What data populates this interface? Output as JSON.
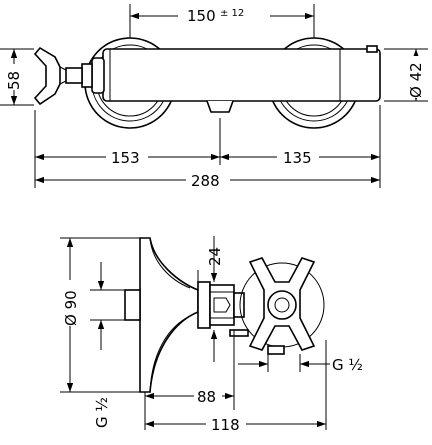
{
  "top_view": {
    "dim_centers": "150",
    "dim_centers_tol": "± 12",
    "dim_height": "58",
    "dim_diameter": "Ø 42",
    "dim_left": "153",
    "dim_right": "135",
    "dim_total": "288"
  },
  "side_view": {
    "dim_flange": "Ø 90",
    "dim_nut": "24",
    "dim_thread_bottom": "G ½",
    "dim_thread_right": "G ½",
    "dim_depth_inner": "88",
    "dim_depth_total": "118"
  }
}
